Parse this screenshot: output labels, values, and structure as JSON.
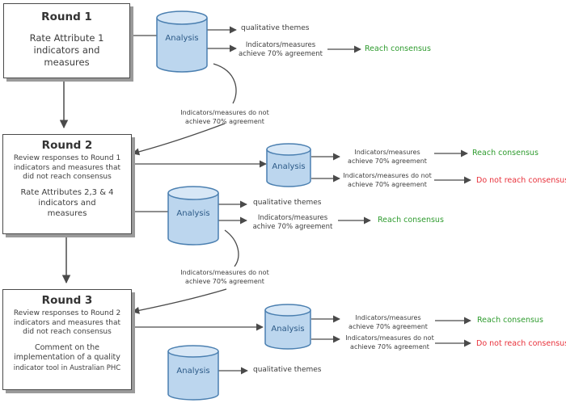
{
  "round1": {
    "title": "Round 1",
    "line1": "Rate Attribute 1",
    "line2": "indicators and",
    "line3": "measures"
  },
  "round2": {
    "title": "Round 2",
    "review1": "Review responses to Round 1",
    "review2": "indicators and measures that",
    "review3": "did not reach consensus",
    "rate1": "Rate Attributes 2,3 & 4",
    "rate2": "indicators and",
    "rate3": "measures"
  },
  "round3": {
    "title": "Round 3",
    "review1": "Review responses to Round 2",
    "review2": "indicators and measures that",
    "review3": "did not reach consensus",
    "comment1": "Comment on the",
    "comment2": "implementation of a quality",
    "comment3": "indicator tool in Australian PHC"
  },
  "analysis_label": "Analysis",
  "labels": {
    "qualitative_themes": "qualitative themes",
    "achieve_l1": "Indicators/measures",
    "achieve_l2": "achieve 70% agreement",
    "achive_l2": "achive 70% agreement",
    "notachieve_l1": "Indicators/measures do not",
    "notachieve_l2": "achieve 70% agreement",
    "reach": "Reach consensus",
    "not_reach": "Do not reach consensus"
  },
  "colors": {
    "cylinder_fill": "#bcd6ee",
    "cylinder_stroke": "#4a7fb0",
    "consensus": "#2e9b2e",
    "no_consensus": "#e8313b"
  }
}
